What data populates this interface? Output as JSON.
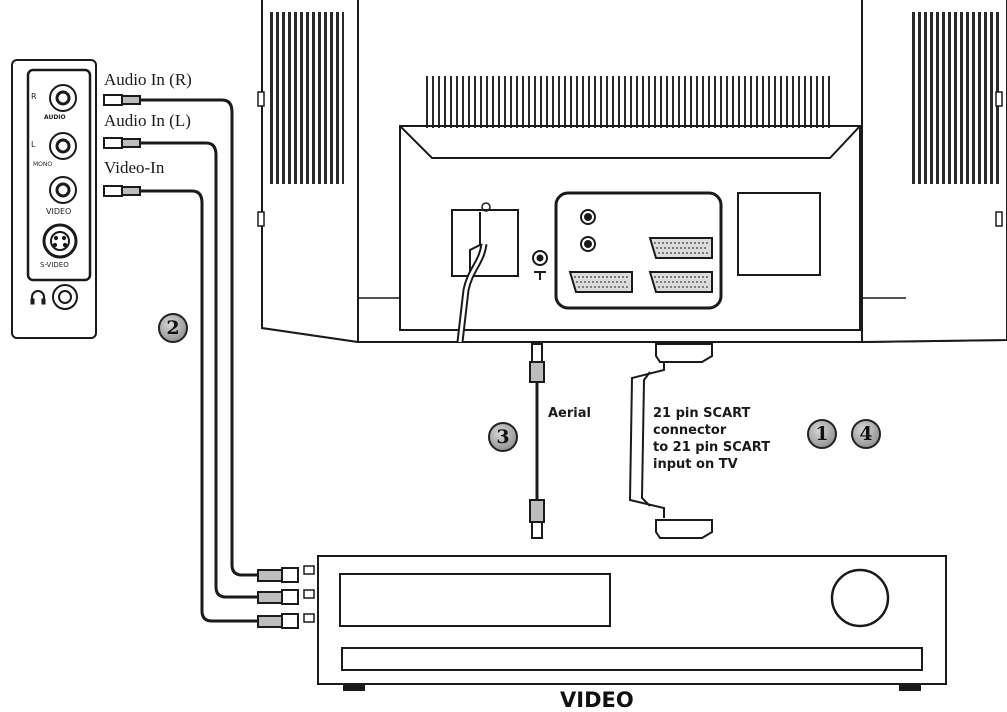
{
  "labels": {
    "audio_in_r": "Audio In (R)",
    "audio_in_l": "Audio In (L)",
    "video_in": "Video-In",
    "aerial": "Aerial",
    "scart_line1": "21 pin SCART",
    "scart_line2": "connector",
    "scart_line3": "to 21 pin SCART",
    "scart_line4": "input on TV",
    "video_device": "VIDEO"
  },
  "steps": [
    "1",
    "2",
    "3",
    "4"
  ],
  "side_panel": {
    "r": "R",
    "audio": "AUDIO",
    "l": "L",
    "mono": "MONO",
    "video": "VIDEO",
    "svideo": "S-VIDEO"
  },
  "colors": {
    "line": "#1a1a1a",
    "badge_fill": "#a0a0a0"
  }
}
